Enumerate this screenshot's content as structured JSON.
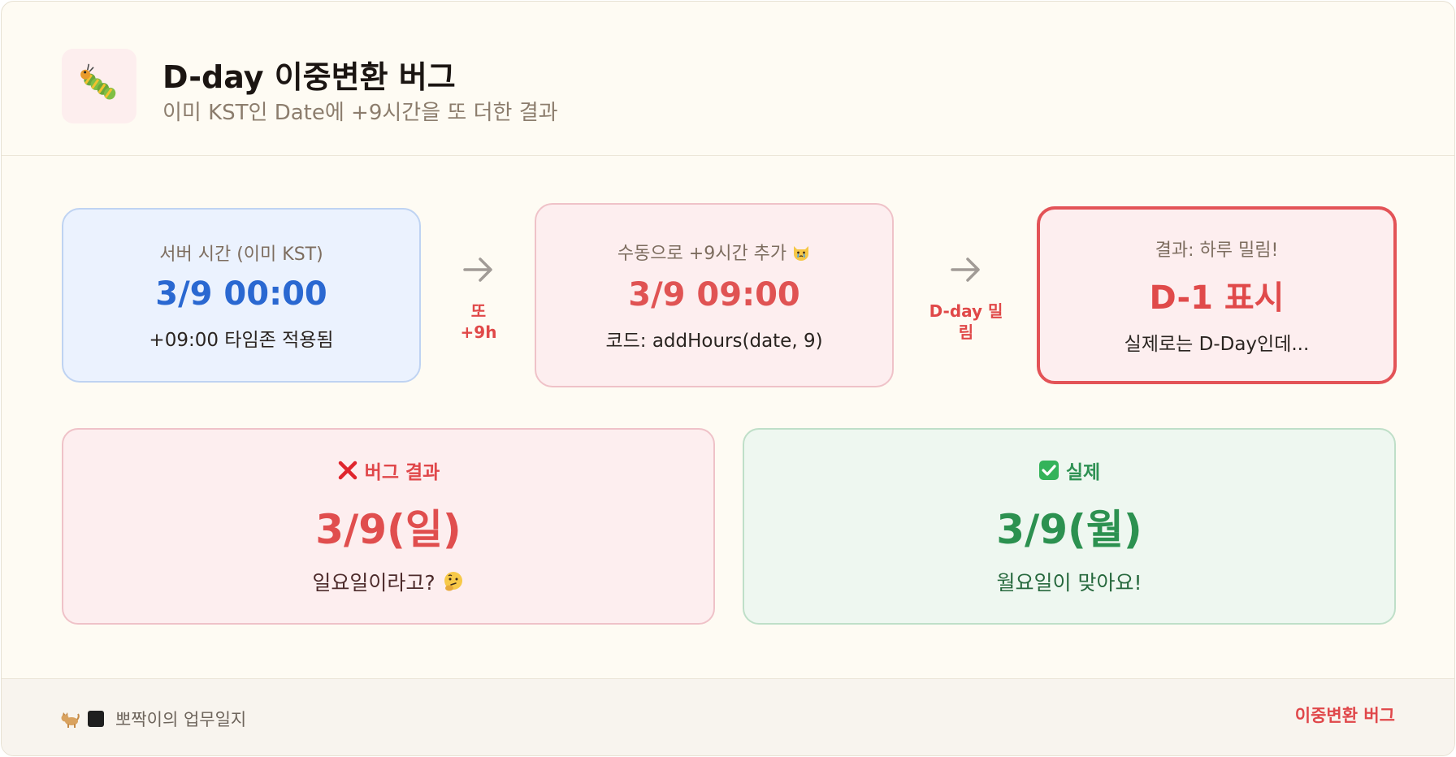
{
  "header": {
    "logo_icon": "caterpillar-bug-icon",
    "title": "D-day 이중변환 버그",
    "subtitle": "이미 KST인 Date에 +9시간을 또 더한 결과"
  },
  "flow": {
    "step1": {
      "label": "서버 시간 (이미 KST)",
      "value": "3/9 00:00",
      "desc": "+09:00 타임존 적용됨",
      "color": "#2a68d1"
    },
    "arrow1": {
      "icon": "arrow-right-icon",
      "note_line1": "또",
      "note_line2": "+9h"
    },
    "step2": {
      "label": "수동으로 +9시간 추가",
      "label_icon": "crying-cat-icon",
      "value": "3/9 09:00",
      "desc": "코드: addHours(date, 9)",
      "color": "#e05353"
    },
    "arrow2": {
      "icon": "arrow-right-icon",
      "note_line1": "D-day 밀",
      "note_line2": "림"
    },
    "step3": {
      "label": "결과: 하루 밀림!",
      "value": "D-1 표시",
      "desc": "실제로는 D-Day인데...",
      "color": "#e04a4a"
    }
  },
  "results": {
    "bug": {
      "icon": "cross-mark-icon",
      "heading": "버그 결과",
      "value": "3/9(일)",
      "note": "일요일이라고?",
      "note_icon": "thinking-face-icon",
      "color": "#e04e4e"
    },
    "actual": {
      "icon": "check-mark-icon",
      "heading": "실제",
      "value": "3/9(월)",
      "note": "월요일이 맞아요!",
      "color": "#2c9150"
    }
  },
  "footer": {
    "icons": [
      "cat-icon",
      "black-square-icon"
    ],
    "text": "뽀짝이의 업무일지",
    "tag": "이중변환 버그"
  }
}
